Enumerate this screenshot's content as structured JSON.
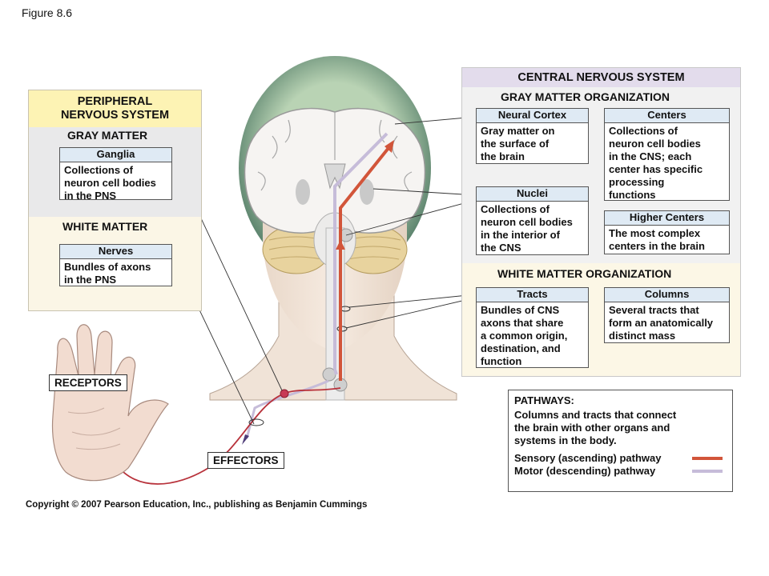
{
  "figure_label": "Figure 8.6",
  "copyright": "Copyright © 2007 Pearson Education, Inc., publishing as Benjamin Cummings",
  "pns": {
    "title_line1": "PERIPHERAL",
    "title_line2": "NERVOUS SYSTEM",
    "gray_matter": "GRAY MATTER",
    "white_matter": "WHITE MATTER",
    "ganglia": {
      "title": "Ganglia",
      "lines": [
        "Collections of",
        "neuron cell bodies",
        "in the PNS"
      ]
    },
    "nerves": {
      "title": "Nerves",
      "lines": [
        "Bundles of axons",
        "in the PNS"
      ]
    }
  },
  "cns": {
    "title": "CENTRAL NERVOUS SYSTEM",
    "gray_org": "GRAY MATTER ORGANIZATION",
    "white_org": "WHITE MATTER ORGANIZATION",
    "neural_cortex": {
      "title": "Neural Cortex",
      "lines": [
        "Gray matter on",
        "the surface of",
        "the brain"
      ]
    },
    "centers": {
      "title": "Centers",
      "lines": [
        "Collections of",
        "neuron cell bodies",
        "in the CNS; each",
        "center has specific",
        "processing",
        "functions"
      ]
    },
    "nuclei": {
      "title": "Nuclei",
      "lines": [
        "Collections of",
        "neuron cell bodies",
        "in the interior of",
        "the CNS"
      ]
    },
    "higher_centers": {
      "title": "Higher Centers",
      "lines": [
        "The most complex",
        "centers in the brain"
      ]
    },
    "tracts": {
      "title": "Tracts",
      "lines": [
        "Bundles of CNS",
        "axons that share",
        "a common origin,",
        "destination, and",
        "function"
      ]
    },
    "columns": {
      "title": "Columns",
      "lines": [
        "Several tracts that",
        "form an anatomically",
        "distinct mass"
      ]
    }
  },
  "labels": {
    "receptors": "RECEPTORS",
    "effectors": "EFFECTORS"
  },
  "pathways": {
    "title": "PATHWAYS:",
    "lines": [
      "Columns and tracts that connect",
      "the brain with other organs and",
      "systems in the body."
    ],
    "sensory": "Sensory (ascending) pathway",
    "motor": "Motor (descending) pathway"
  },
  "colors": {
    "sensory": "#d2553a",
    "motor": "#c6bcd9",
    "pns_title_bg": "#fdf3b4",
    "cns_title_bg": "#e3dcec",
    "box_header_bg": "#dfeaf4"
  }
}
